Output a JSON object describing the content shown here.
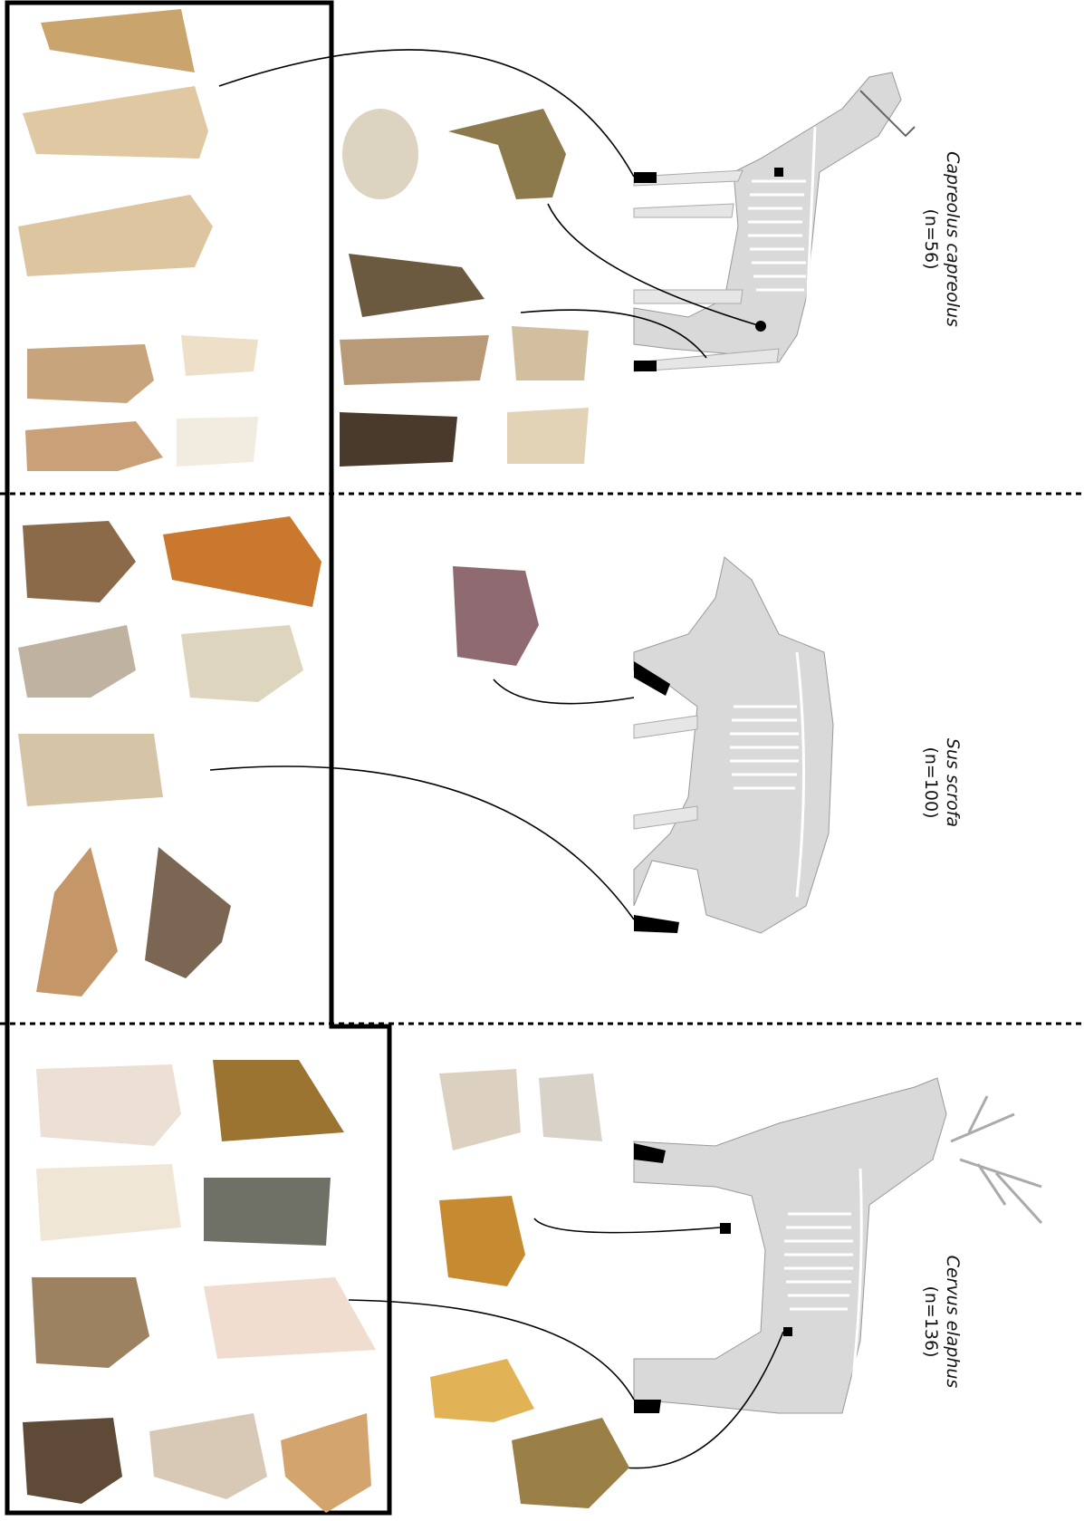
{
  "species": [
    {
      "id": "capreolus",
      "name": "Capreolus capreolus",
      "count": "(n=56)"
    },
    {
      "id": "sus",
      "name": "Sus scrofa",
      "count": "(n=100)"
    },
    {
      "id": "cervus",
      "name": "Cervus elaphus",
      "count": "(n=136)"
    }
  ],
  "colors": {
    "silhouette": "#d9d9d9",
    "skeleton": "#ffffff",
    "highlight": "#000000",
    "bone_light": "#e8dcc8",
    "bone_tan": "#c9a46c",
    "bone_brown": "#8a6a45",
    "bone_orange": "#c9782e",
    "bone_dark": "#4a3a2c"
  },
  "icons": [
    "roe-deer-skeleton",
    "wild-boar-skeleton",
    "red-deer-skeleton",
    "bone-specimen-photo"
  ]
}
